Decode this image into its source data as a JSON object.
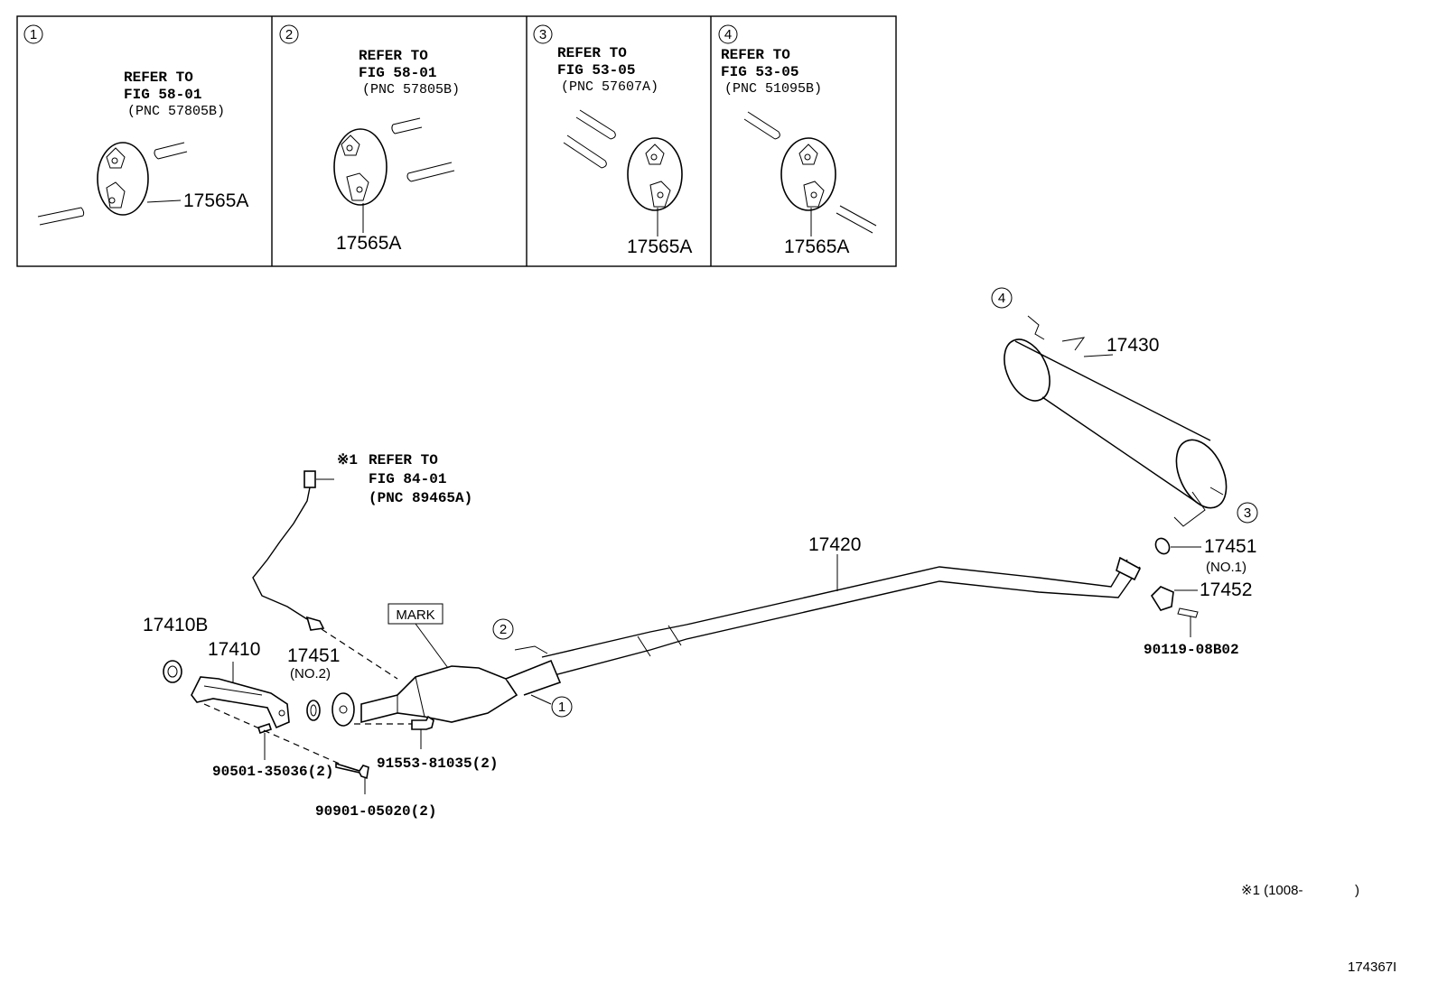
{
  "panels": [
    {
      "num": "1",
      "refer": [
        "REFER TO",
        "FIG 58-01",
        "(PNC 57805B)"
      ],
      "part": "17565A"
    },
    {
      "num": "2",
      "refer": [
        "REFER TO",
        "FIG 58-01",
        "(PNC 57805B)"
      ],
      "part": "17565A"
    },
    {
      "num": "3",
      "refer": [
        "REFER TO",
        "FIG 53-05",
        "(PNC 57607A)"
      ],
      "part": "17565A"
    },
    {
      "num": "4",
      "refer": [
        "REFER TO",
        "FIG 53-05",
        "(PNC 51095B)"
      ],
      "part": "17565A"
    }
  ],
  "sensor_note": {
    "mark": "※1",
    "refer": [
      "REFER TO",
      "FIG 84-01",
      "(PNC 89465A)"
    ]
  },
  "parts": {
    "muffler": "17430",
    "tail_pipe": "17420",
    "gasket_no1": "17451",
    "gasket_no1_note": "(NO.1)",
    "support": "17452",
    "bolt_rear": "90119-08B02",
    "gasket_17410b": "17410B",
    "front_pipe": "17410",
    "gasket_no2": "17451",
    "gasket_no2_note": "(NO.2)",
    "mark": "MARK",
    "stud": "90501-35036(2)",
    "bolt_front": "90901-05020(2)",
    "bolt_cat": "91553-81035(2)"
  },
  "callouts": {
    "c4": "4",
    "c3": "3",
    "c2": "2",
    "c1": "1"
  },
  "footnote": "※1 (1008-",
  "footnote_close": ")",
  "figure_id": "174367I"
}
